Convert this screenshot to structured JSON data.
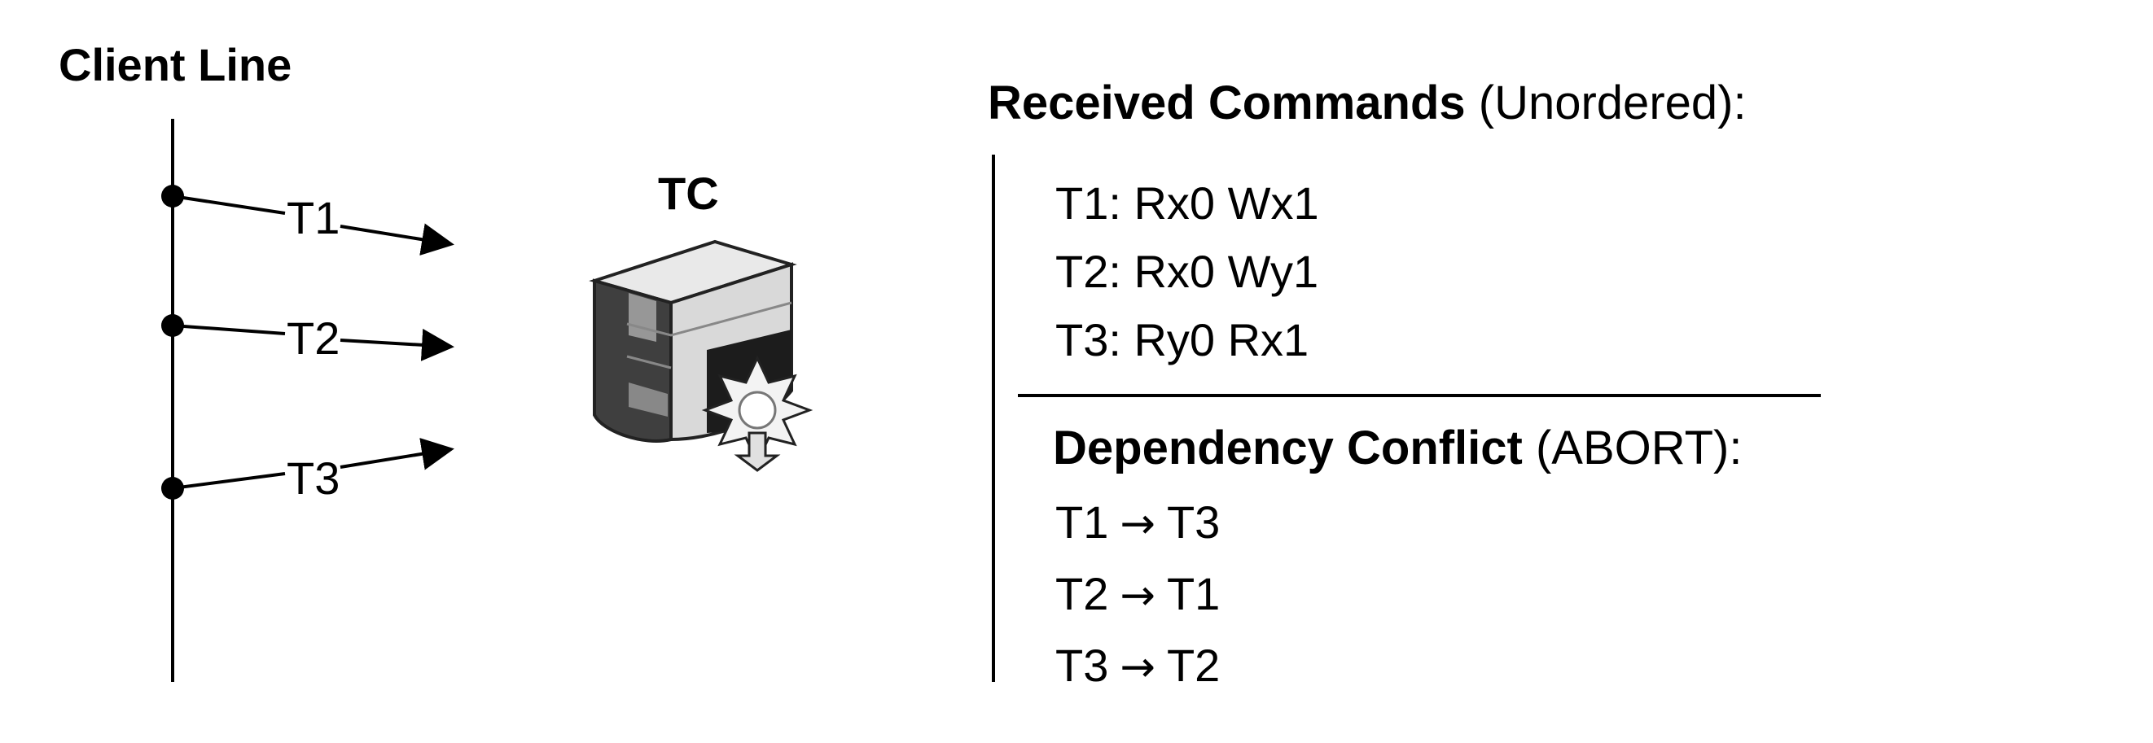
{
  "client_line": {
    "title": "Client Line",
    "transactions": [
      {
        "label": "T1"
      },
      {
        "label": "T2"
      },
      {
        "label": "T3"
      }
    ]
  },
  "tc": {
    "label": "TC",
    "icon": "server-gear-icon"
  },
  "received_commands": {
    "heading_bold": "Received Commands",
    "heading_rest": " (Unordered):",
    "lines": [
      "T1: Rx0 Wx1",
      "T2: Rx0 Wy1",
      "T3: Ry0 Rx1"
    ]
  },
  "dependency_conflict": {
    "heading_bold": "Dependency Conflict",
    "heading_rest": " (ABORT):",
    "arrow_symbol": "→",
    "edges": [
      {
        "from": "T1",
        "to": "T3"
      },
      {
        "from": "T2",
        "to": "T1"
      },
      {
        "from": "T3",
        "to": "T2"
      }
    ]
  },
  "colors": {
    "ink": "#000000",
    "server_dark": "#4a4a4a",
    "server_mid": "#9a9a9a",
    "server_light": "#e8e8e8"
  }
}
